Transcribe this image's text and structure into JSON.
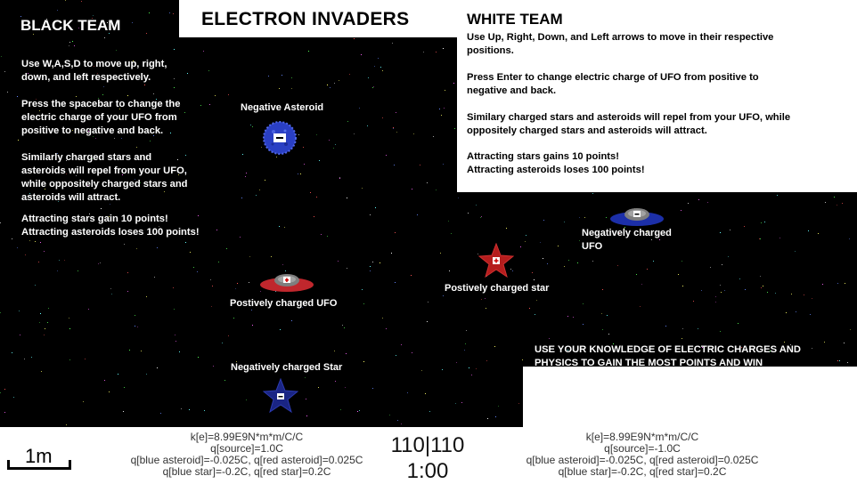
{
  "title": "ELECTRON INVADERS",
  "black_team": {
    "title": "BLACK TEAM",
    "instructions": [
      "Use W,A,S,D to move up, right,\ndown, and left respectively.",
      "Press the spacebar to change  the\nelectric charge of your UFO from\npositive to negative and back.",
      "Similarly charged stars and\nasteroids will repel from your UFO,\nwhile oppositely charged stars and\nasteroids will attract.",
      "Attracting stars gain 10 points!\nAttracting asteroids loses 100 points!"
    ]
  },
  "white_team": {
    "title": "WHITE TEAM",
    "instructions": [
      "Use Up, Right, Down, and Left arrows to move in their respective\npositions.",
      "Press Enter to change electric charge of UFO from positive to\nnegative and back.",
      "Similary charged stars and asteroids will repel from your UFO, while\noppositely charged stars and asteroids will attract.",
      "Attracting stars gains 10 points!\nAttracting asteroids loses 100 points!"
    ]
  },
  "labels": {
    "negative_asteroid": "Negative Asteroid",
    "positive_ufo": "Postively charged UFO",
    "negative_star": "Negatively charged Star",
    "positive_star": "Postively charged star",
    "negative_ufo": "Negatively charged\nUFO"
  },
  "message": "USE YOUR KNOWLEDGE OF ELECTRIC CHARGES AND\nPHYSICS TO GAIN THE MOST POINTS AND WIN",
  "scale_bar": "1m",
  "score": "110|110",
  "timer": "1:00",
  "constants_left": [
    "k[e]=8.99E9N*m*m/C/C",
    "q[source]=1.0C",
    "q[blue asteroid]=-0.025C, q[red asteroid]=0.025C",
    "q[blue star]=-0.2C, q[red star]=0.2C"
  ],
  "constants_right": [
    "k[e]=8.99E9N*m*m/C/C",
    "q[source]=-1.0C",
    "q[blue asteroid]=-0.025C, q[red asteroid]=0.025C",
    "q[blue star]=-0.2C, q[red star]=0.2C"
  ],
  "colors": {
    "space": "#000000",
    "ufo_red": "#c0272d",
    "ufo_blue": "#1c2fa8",
    "star_red": "#b51d1d",
    "star_blue": "#1a2584",
    "asteroid_blue": "#2a3fc4"
  },
  "icons": [
    "positive-sign-icon",
    "negative-sign-icon"
  ]
}
